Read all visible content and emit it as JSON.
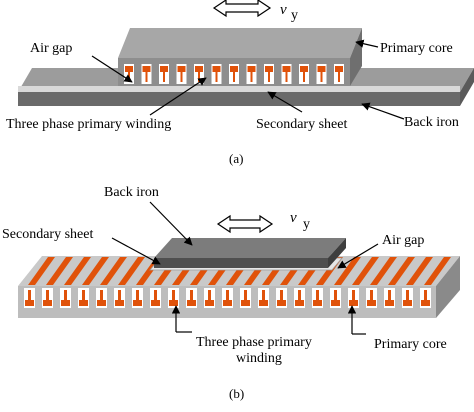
{
  "colors": {
    "winding": "#e0520a",
    "core_top": "#a7a7a7",
    "core_front": "#8e8e8e",
    "core_side": "#6f6f6f",
    "sheet": "#d9d9d9",
    "back_iron_top": "#7c7c7c",
    "back_iron_front": "#4f4f4f"
  },
  "icons": {
    "motion": "double-arrow-icon"
  },
  "panel_a": {
    "velocity_symbol": "v",
    "velocity_axis": "y",
    "labels": {
      "air_gap": "Air gap",
      "primary_core": "Primary core",
      "winding": "Three phase primary winding",
      "secondary_sheet": "Secondary sheet",
      "back_iron": "Back iron"
    },
    "caption": "(a)"
  },
  "panel_b": {
    "velocity_symbol": "v",
    "velocity_axis": "y",
    "labels": {
      "back_iron": "Back iron",
      "secondary_sheet": "Secondary sheet",
      "air_gap": "Air gap",
      "winding_line1": "Three phase primary",
      "winding_line2": "winding",
      "primary_core": "Primary core"
    },
    "caption": "(b)"
  }
}
